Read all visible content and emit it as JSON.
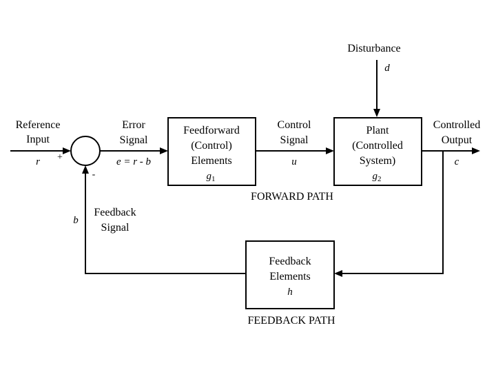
{
  "labels": {
    "reference_line1": "Reference",
    "reference_line2": "Input",
    "reference_var": "r",
    "plus_sign": "+",
    "minus_sign": "-",
    "error_line1": "Error",
    "error_line2": "Signal",
    "error_eq": "e = r - b",
    "ff_line1": "Feedforward",
    "ff_line2": "(Control)",
    "ff_line3": "Elements",
    "ff_var": "g",
    "ff_sub": "1",
    "control_line1": "Control",
    "control_line2": "Signal",
    "control_var": "u",
    "plant_line1": "Plant",
    "plant_line2": "(Controlled",
    "plant_line3": "System)",
    "plant_var": "g",
    "plant_sub": "2",
    "disturbance": "Disturbance",
    "disturbance_var": "d",
    "output_line1": "Controlled",
    "output_line2": "Output",
    "output_var": "c",
    "forward_path": "FORWARD PATH",
    "feedback_signal_line1": "Feedback",
    "feedback_signal_line2": "Signal",
    "feedback_var": "b",
    "fb_line1": "Feedback",
    "fb_line2": "Elements",
    "fb_var": "h",
    "feedback_path": "FEEDBACK PATH"
  }
}
